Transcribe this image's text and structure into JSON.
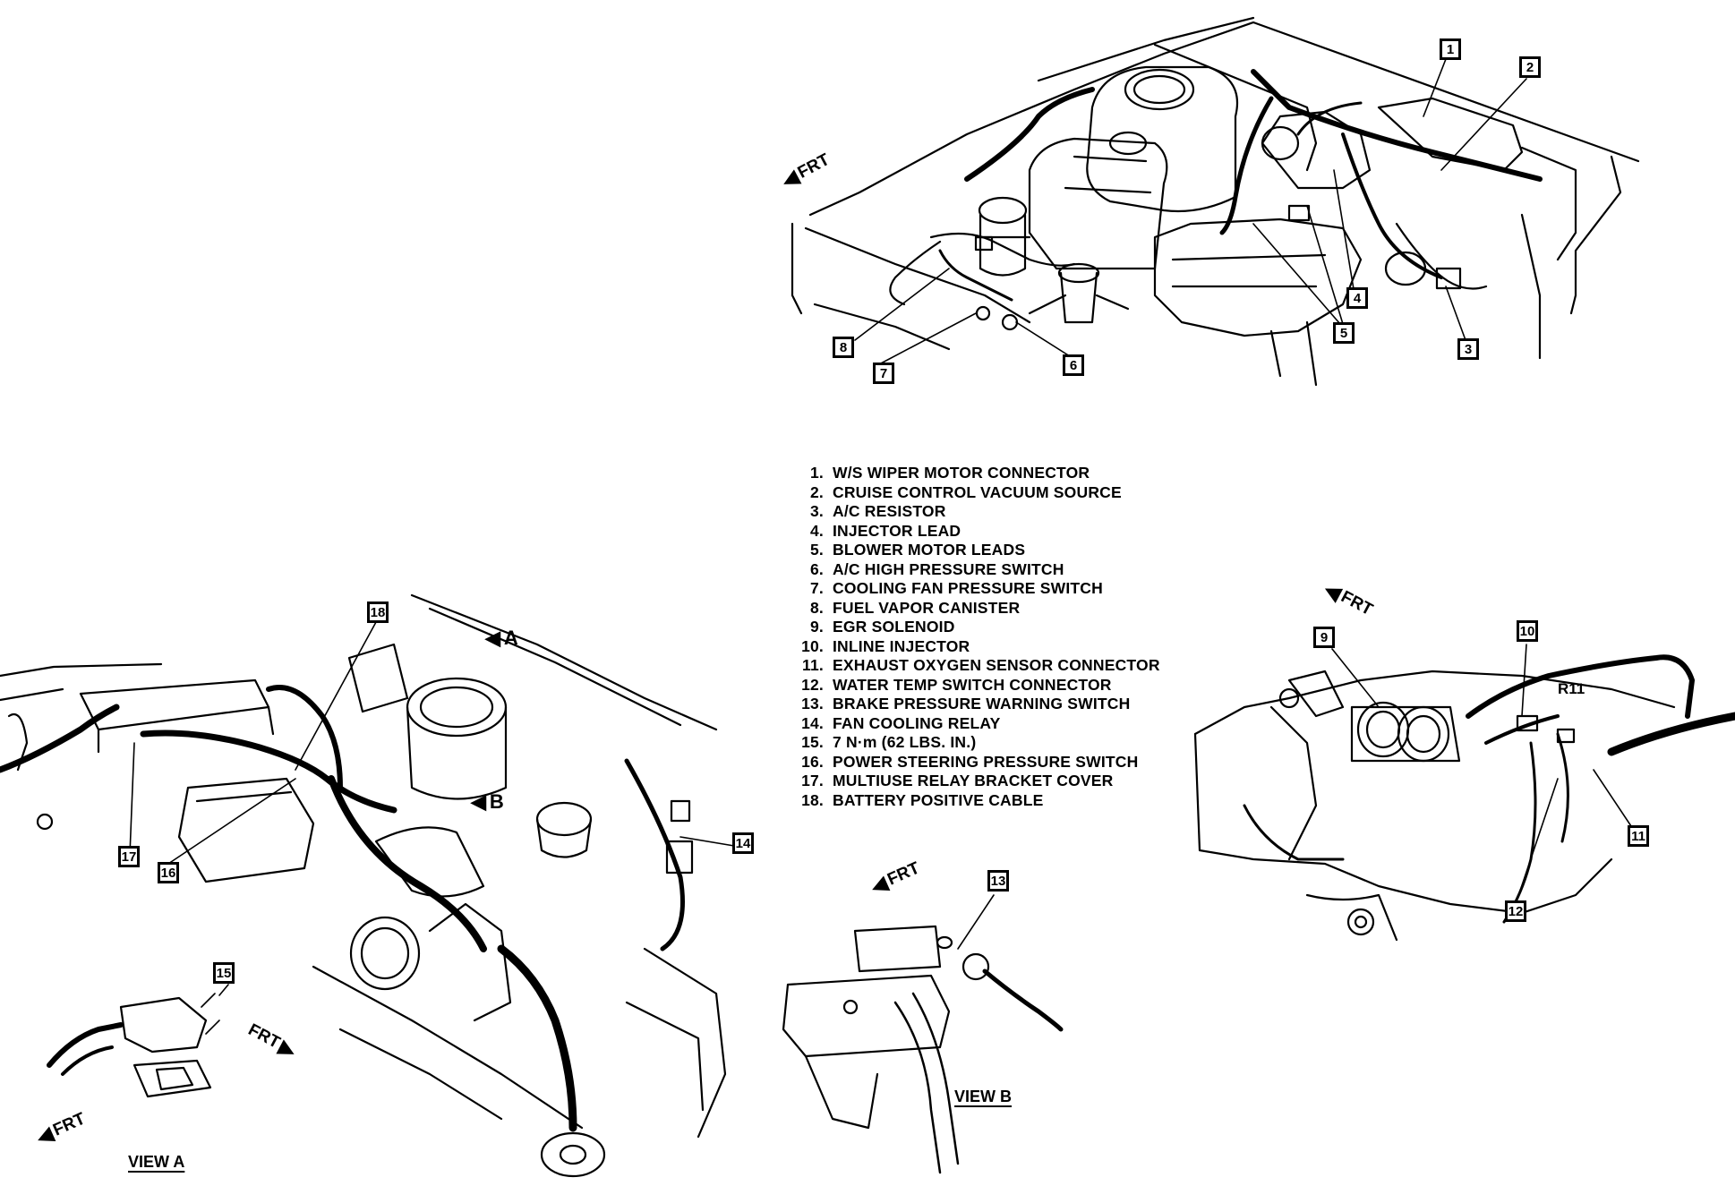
{
  "legend": [
    {
      "num": "1.",
      "text": "W/S WIPER MOTOR CONNECTOR"
    },
    {
      "num": "2.",
      "text": "CRUISE CONTROL VACUUM SOURCE"
    },
    {
      "num": "3.",
      "text": "A/C RESISTOR"
    },
    {
      "num": "4.",
      "text": "INJECTOR LEAD"
    },
    {
      "num": "5.",
      "text": "BLOWER MOTOR LEADS"
    },
    {
      "num": "6.",
      "text": "A/C HIGH PRESSURE SWITCH"
    },
    {
      "num": "7.",
      "text": "COOLING FAN PRESSURE SWITCH"
    },
    {
      "num": "8.",
      "text": "FUEL VAPOR CANISTER"
    },
    {
      "num": "9.",
      "text": "EGR SOLENOID"
    },
    {
      "num": "10.",
      "text": "INLINE INJECTOR"
    },
    {
      "num": "11.",
      "text": "EXHAUST OXYGEN SENSOR CONNECTOR"
    },
    {
      "num": "12.",
      "text": "WATER TEMP SWITCH CONNECTOR"
    },
    {
      "num": "13.",
      "text": "BRAKE PRESSURE WARNING SWITCH"
    },
    {
      "num": "14.",
      "text": "FAN COOLING RELAY"
    },
    {
      "num": "15.",
      "text": "7 N·m (62 LBS. IN.)"
    },
    {
      "num": "16.",
      "text": "POWER STEERING PRESSURE SWITCH"
    },
    {
      "num": "17.",
      "text": "MULTIUSE RELAY BRACKET COVER"
    },
    {
      "num": "18.",
      "text": "BATTERY POSITIVE CABLE"
    }
  ],
  "callouts": {
    "c1": "1",
    "c2": "2",
    "c3": "3",
    "c4": "4",
    "c5": "5",
    "c6": "6",
    "c7": "7",
    "c8": "8",
    "c9": "9",
    "c10": "10",
    "c11": "11",
    "c12": "12",
    "c13": "13",
    "c14": "14",
    "c15": "15",
    "c16": "16",
    "c17": "17",
    "c18": "18"
  },
  "direction_labels": {
    "frt": "FRT",
    "view_a_arrow": "A",
    "view_b_arrow": "B"
  },
  "view_labels": {
    "view_a": "VIEW A",
    "view_b": "VIEW B"
  },
  "embossed_text": "R11",
  "colors": {
    "ink": "#000000",
    "paper": "#ffffff"
  }
}
